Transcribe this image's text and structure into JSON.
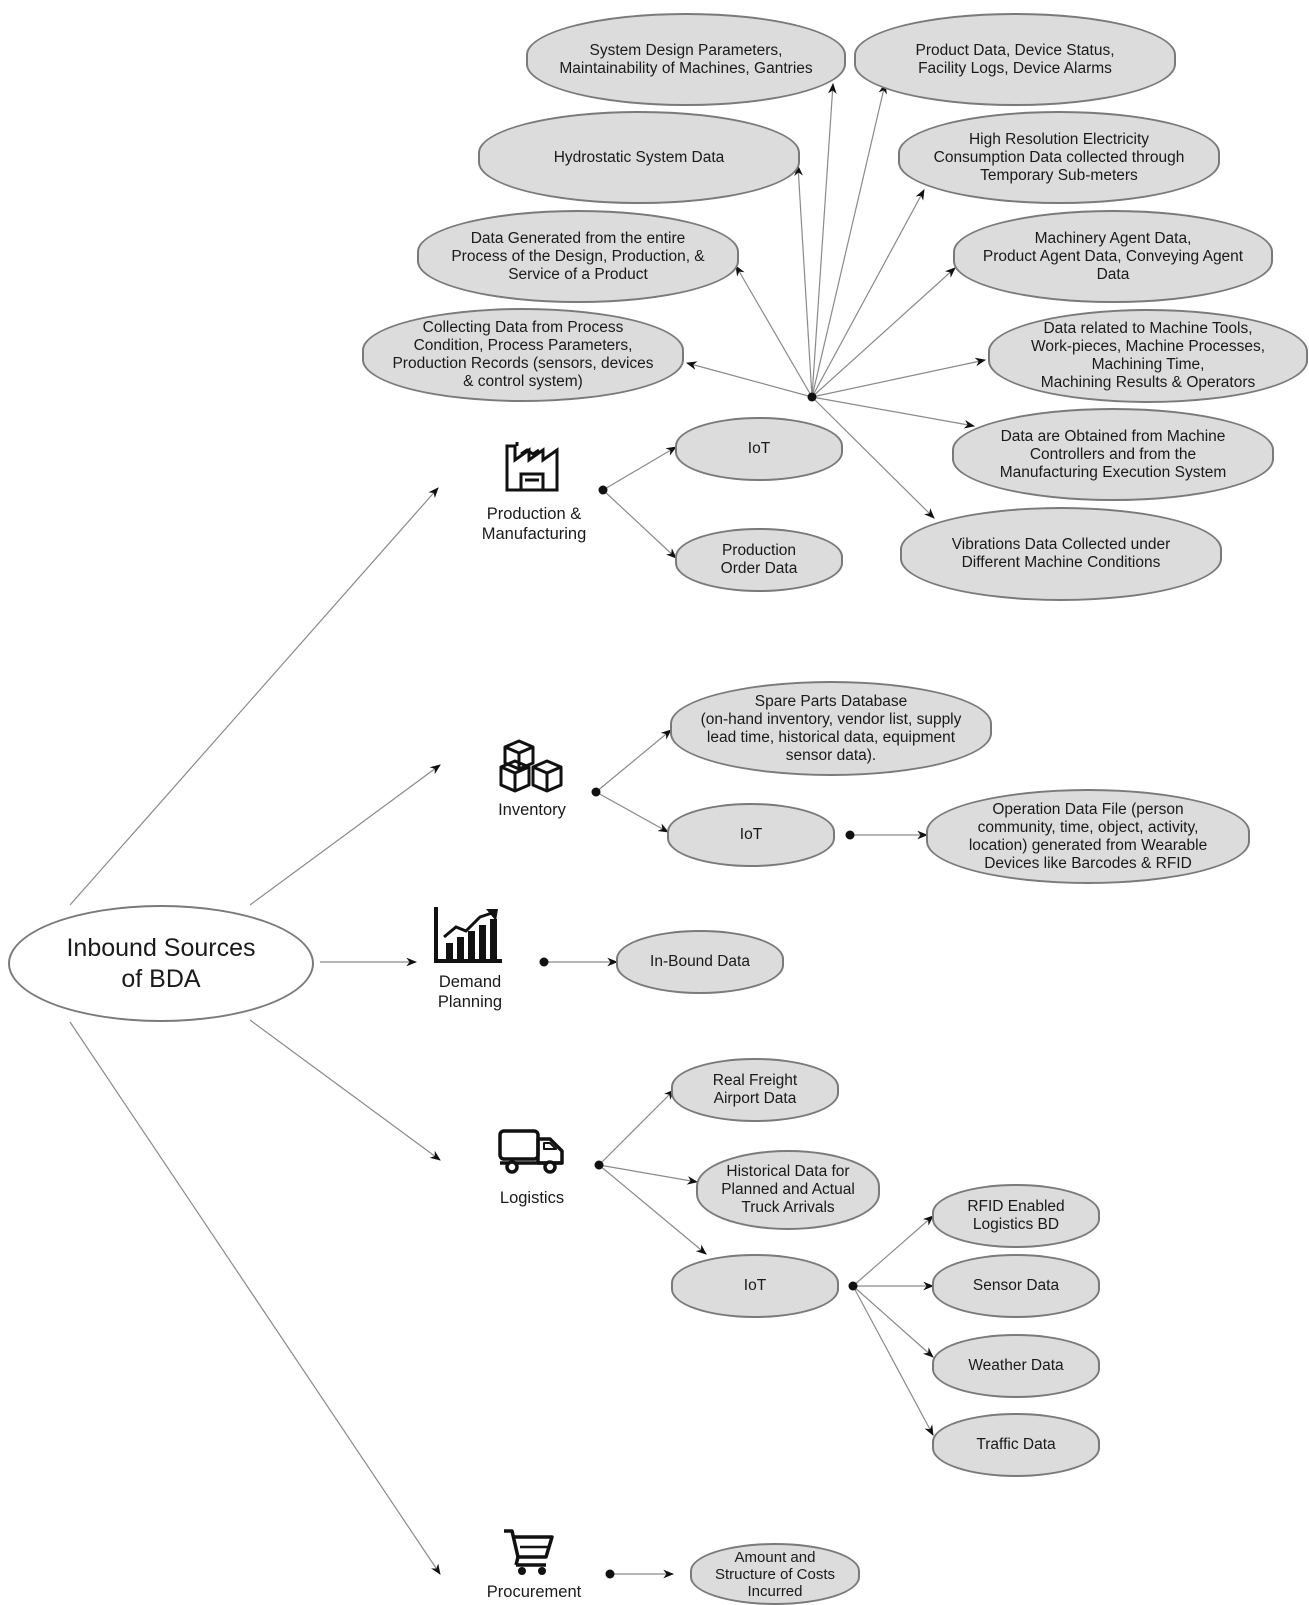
{
  "root": "Inbound Sources\nof BDA",
  "categories": {
    "production": "Production &\nManufacturing",
    "inventory": "Inventory",
    "demand": "Demand\nPlanning",
    "logistics": "Logistics",
    "procurement": "Procurement"
  },
  "production_sources": {
    "system_design": "System Design Parameters,\nMaintainability of Machines, Gantries",
    "product_data": "Product Data, Device Status,\nFacility Logs, Device Alarms",
    "hydrostatic": "Hydrostatic System Data",
    "electricity": "High Resolution Electricity\nConsumption Data collected through\nTemporary Sub-meters",
    "design_process": "Data Generated from the entire\nProcess of the Design, Production, &\nService of a Product",
    "agents": "Machinery Agent Data,\nProduct Agent Data, Conveying Agent\nData",
    "process_condition": "Collecting Data from Process\nCondition, Process Parameters,\nProduction Records (sensors, devices\n& control system)",
    "machine_tools": "Data related to Machine Tools,\nWork-pieces, Machine Processes,\nMachining Time,\nMachining Results & Operators",
    "controllers": "Data are Obtained from Machine\nControllers and from the\nManufacturing Execution System",
    "vibrations": "Vibrations Data Collected under\nDifferent Machine Conditions",
    "iot": "IoT",
    "order_data": "Production\nOrder Data"
  },
  "inventory_sources": {
    "spare_parts": "Spare Parts Database\n(on-hand inventory, vendor list, supply\nlead time, historical data, equipment\nsensor data).",
    "iot": "IoT",
    "operation_file": "Operation Data File (person\ncommunity, time, object, activity,\nlocation) generated from Wearable\nDevices like Barcodes & RFID"
  },
  "demand_sources": {
    "inbound": "In-Bound Data"
  },
  "logistics_sources": {
    "freight": "Real Freight\nAirport Data",
    "historical": "Historical Data for\nPlanned and Actual\nTruck Arrivals",
    "iot": "IoT",
    "rfid": "RFID Enabled\nLogistics BD",
    "sensor": "Sensor Data",
    "weather": "Weather Data",
    "traffic": "Traffic Data"
  },
  "procurement_sources": {
    "costs": "Amount and\nStructure of Costs\nIncurred"
  },
  "colors": {
    "node_fill": "#dcdcdc",
    "node_border": "#7a7a7a",
    "line": "#8a8a8a",
    "icon": "#111111"
  },
  "icons": [
    "factory-icon",
    "boxes-icon",
    "bar-chart-icon",
    "truck-icon",
    "cart-icon"
  ]
}
